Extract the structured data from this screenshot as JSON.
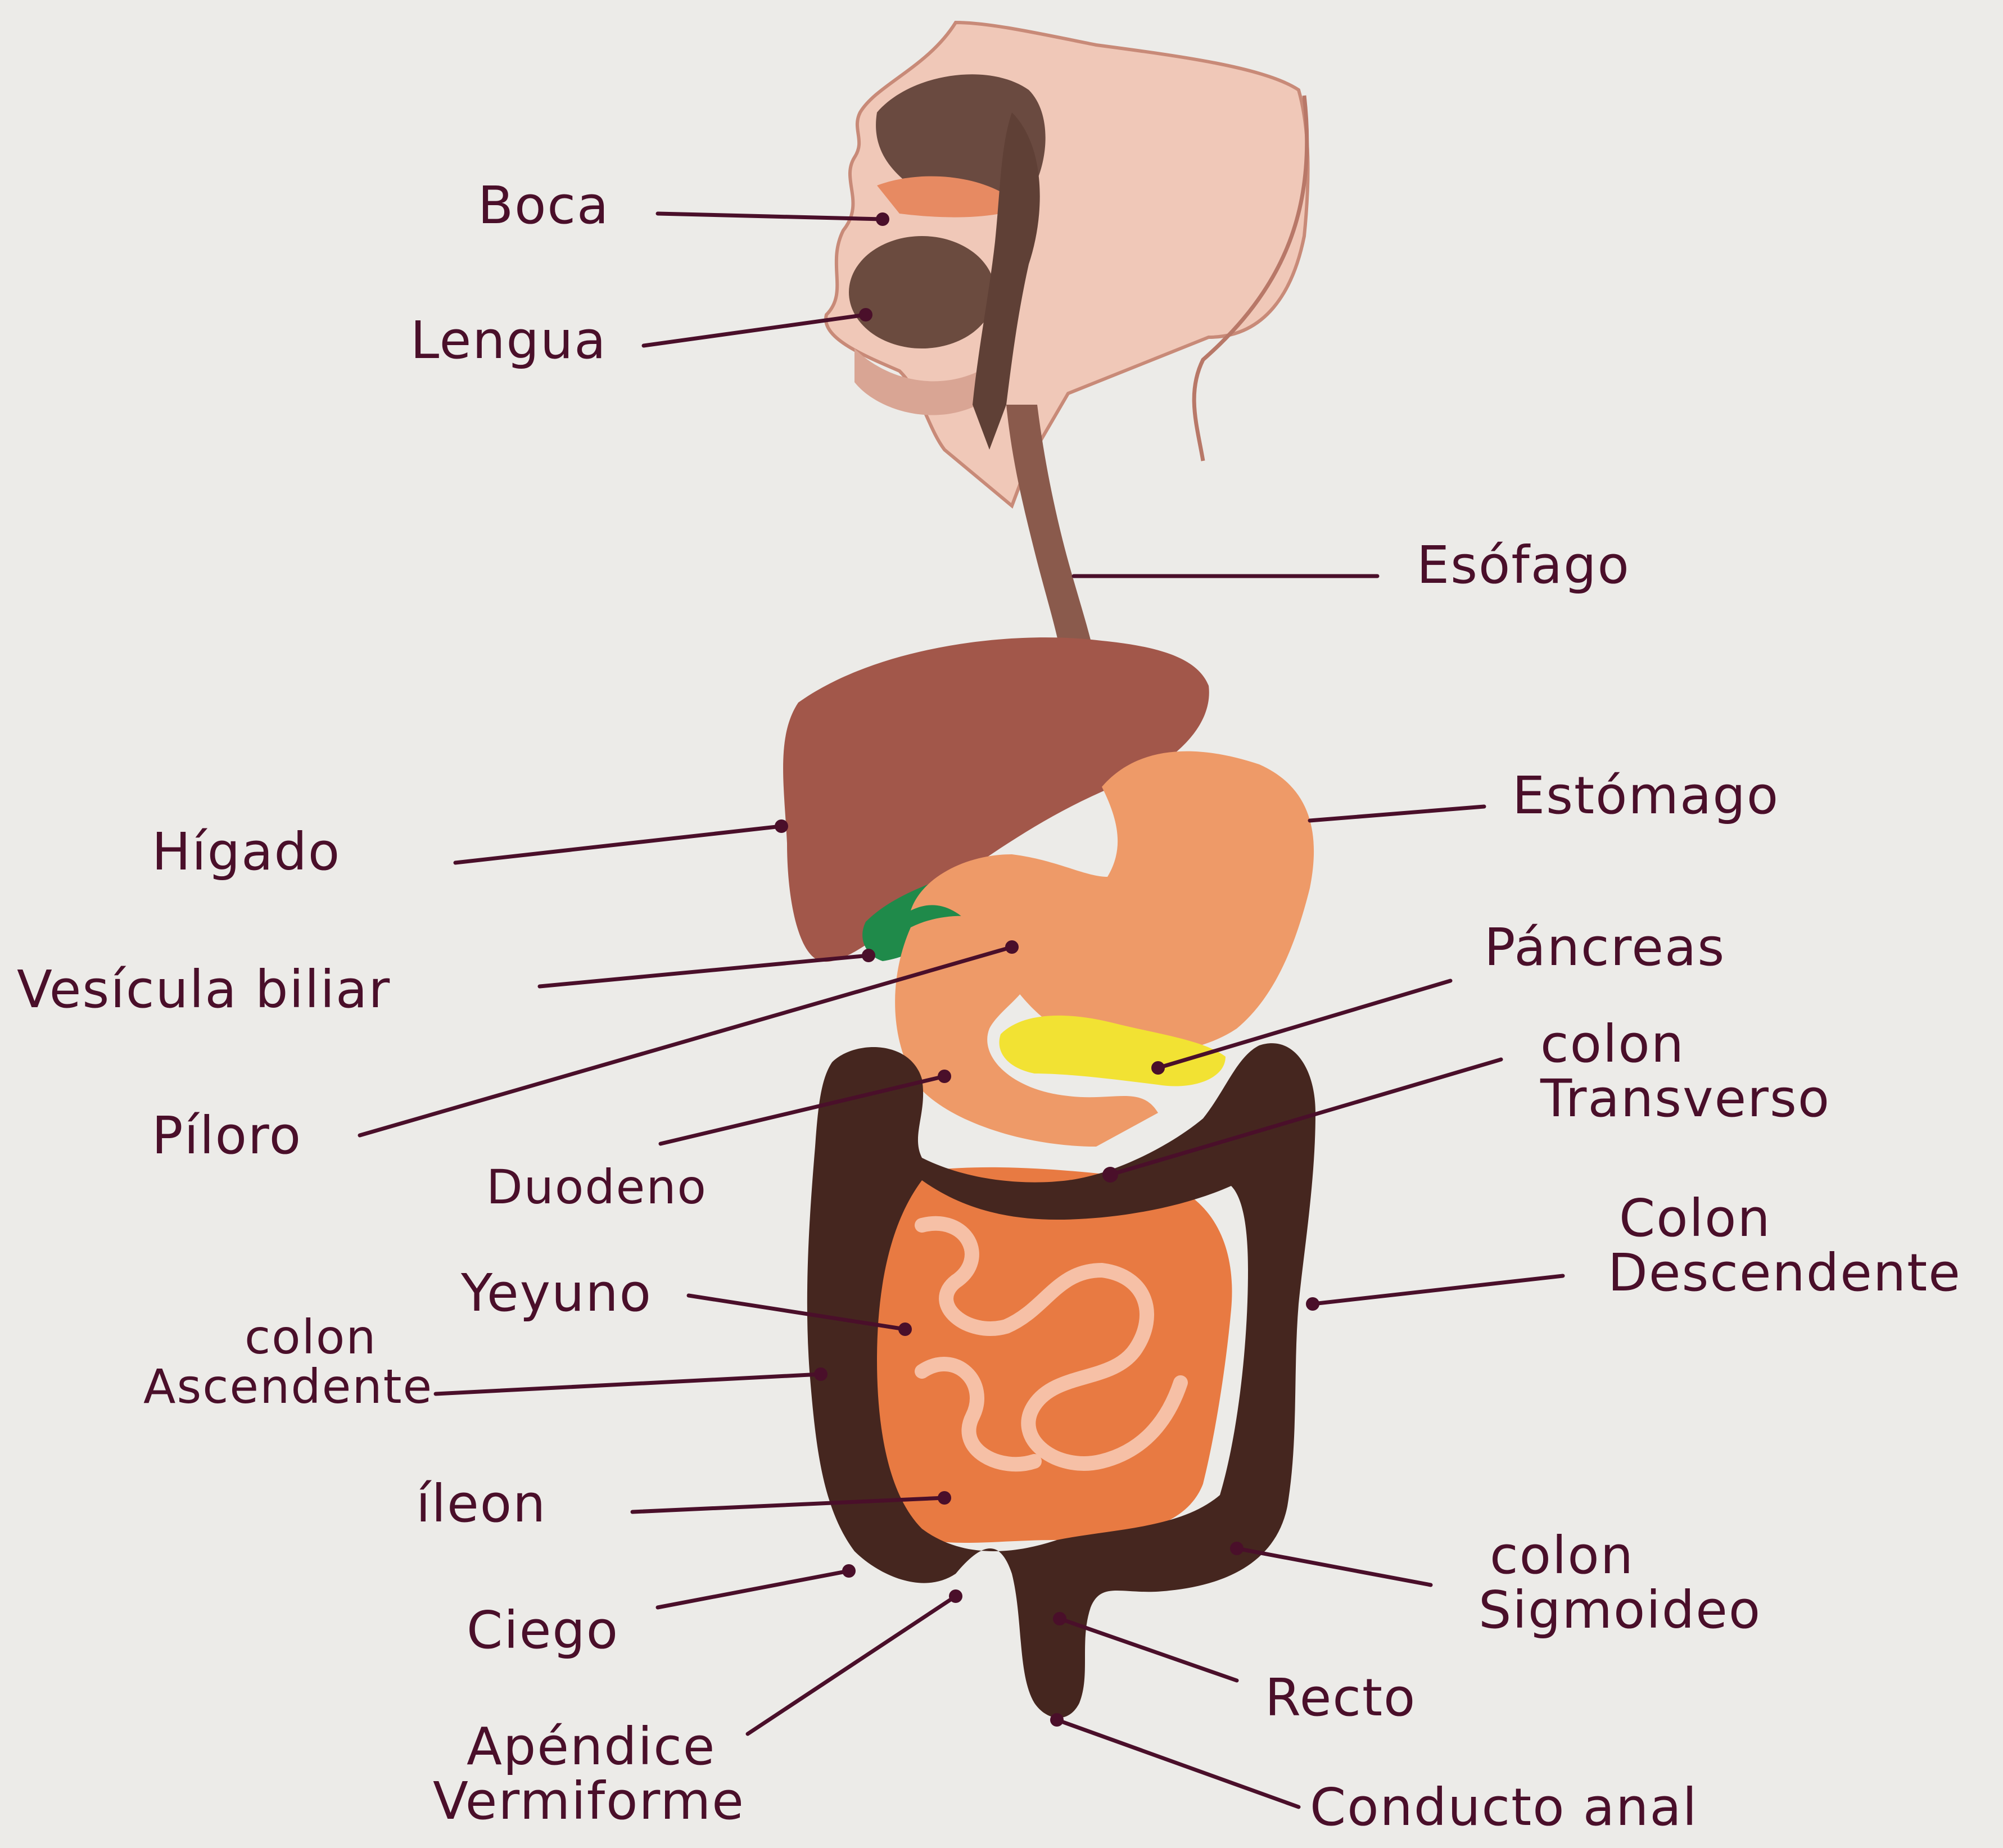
{
  "colors": {
    "ink": "#4a0f2a",
    "paper": "#ecebe8",
    "skin": "#f0c8b8",
    "dark_tract": "#5a3a32",
    "liver": "#a2574a",
    "stomach": "#ee9a68",
    "gallbladder": "#1f8a4a",
    "pancreas": "#f2e233",
    "intestine": "#e87a42",
    "colon": "#45261f"
  },
  "labels": {
    "boca": "Boca",
    "lengua": "Lengua",
    "esofago": "Esófago",
    "higado": "Hígado",
    "estomago": "Estómago",
    "vesicula": "Vesícula biliar",
    "pancreas": "Páncreas",
    "colon_transverso_1": "colon",
    "colon_transverso_2": "Transverso",
    "piloro": "Píloro",
    "duodeno": "Duodeno",
    "colon_descendente_1": "Colon",
    "colon_descendente_2": "Descendente",
    "yeyuno": "Yeyuno",
    "colon_ascendente_1": "colon",
    "colon_ascendente_2": "Ascendente",
    "ileon": "íleon",
    "ciego": "Ciego",
    "colon_sigmoideo_1": "colon",
    "colon_sigmoideo_2": "Sigmoideo",
    "recto": "Recto",
    "apendice_1": "Apéndice",
    "apendice_2": "Vermiforme",
    "conducto_anal": "Conducto anal"
  }
}
